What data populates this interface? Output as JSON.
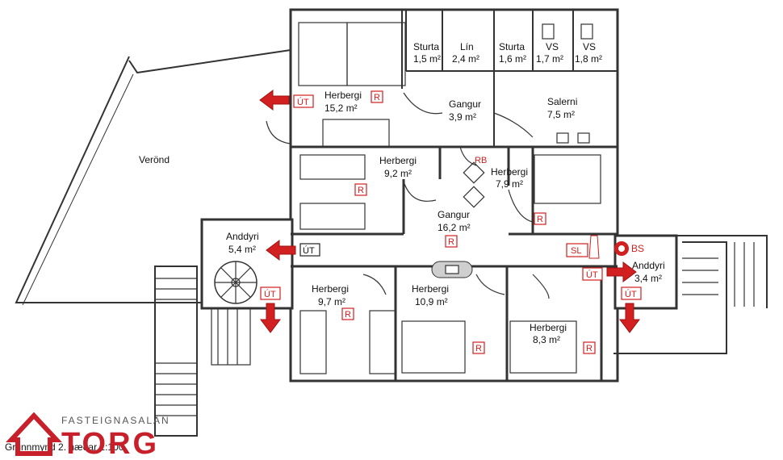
{
  "rooms": {
    "sturta1": {
      "name": "Sturta",
      "area": "1,5 m²"
    },
    "lin": {
      "name": "Lín",
      "area": "2,4 m²"
    },
    "sturta2": {
      "name": "Sturta",
      "area": "1,6 m²"
    },
    "vs1": {
      "name": "VS",
      "area": "1,7 m²"
    },
    "vs2": {
      "name": "VS",
      "area": "1,8 m²"
    },
    "herbergi_top": {
      "name": "Herbergi",
      "area": "15,2 m²"
    },
    "gangur_top": {
      "name": "Gangur",
      "area": "3,9 m²"
    },
    "salerni": {
      "name": "Salerni",
      "area": "7,5 m²"
    },
    "veronds": {
      "name": "Verönd"
    },
    "herbergi_92": {
      "name": "Herbergi",
      "area": "9,2 m²"
    },
    "herbergi_79": {
      "name": "Herbergi",
      "area": "7,9 m²"
    },
    "gangur_main": {
      "name": "Gangur",
      "area": "16,2 m²"
    },
    "anddyri_left": {
      "name": "Anddyri",
      "area": "5,4 m²"
    },
    "anddyri_right": {
      "name": "Anddyri",
      "area": "3,4 m²"
    },
    "herbergi_97": {
      "name": "Herbergi",
      "area": "9,7 m²"
    },
    "herbergi_109": {
      "name": "Herbergi",
      "area": "10,9 m²"
    },
    "herbergi_83": {
      "name": "Herbergi",
      "area": "8,3 m²"
    }
  },
  "symbols": {
    "exit": "ÚT",
    "room_marker": "R",
    "rb": "RB",
    "sl": "SL",
    "bs": "BS"
  },
  "caption": "Grunnmynd 2. hæðar 1:100",
  "logo": {
    "small": "FASTEIGNASALAN",
    "big": "TORG"
  },
  "colors": {
    "accent": "#d21f1f",
    "wall": "#333333",
    "background": "#ffffff"
  }
}
